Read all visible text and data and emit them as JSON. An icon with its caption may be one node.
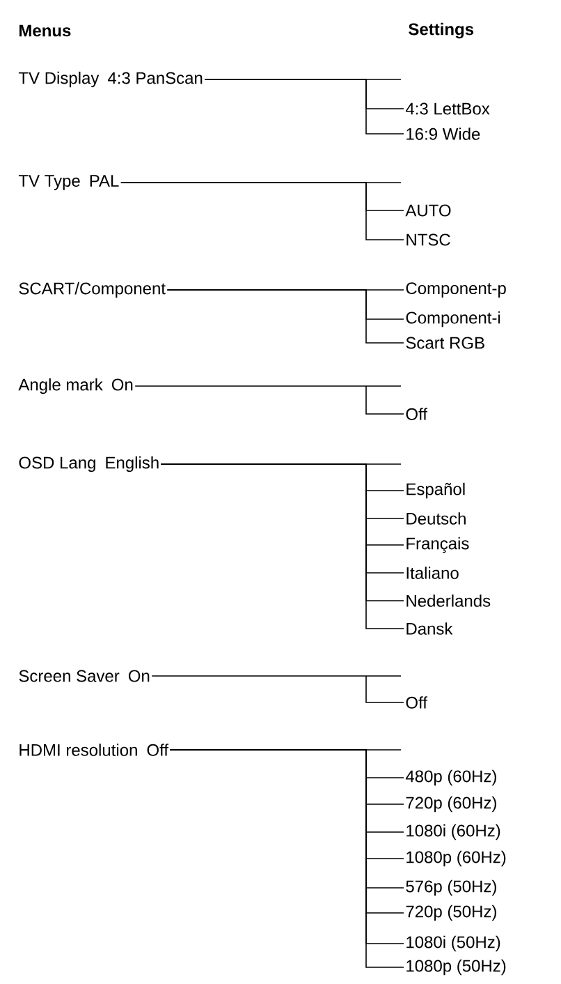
{
  "diagram": {
    "nodes": [
      {
        "text": [
          "TV Display",
          "4:3 PanScan"
        ]
      },
      {
        "text": [
          "4:3 LettBox"
        ]
      },
      {
        "text": [
          "16:9 Wide"
        ]
      },
      {
        "text": [
          "TV Type",
          "PAL"
        ]
      },
      {
        "text": [
          "AUTO"
        ]
      },
      {
        "text": [
          "NTSC"
        ]
      },
      {
        "text": [
          "SCART/Component"
        ]
      },
      {
        "text": [
          "Component-p"
        ]
      },
      {
        "text": [
          "Component-i"
        ]
      },
      {
        "text": [
          "Scart RGB"
        ]
      },
      {
        "text": [
          "Angle mark",
          "On"
        ]
      },
      {
        "text": [
          "Off"
        ]
      },
      {
        "text": [
          "OSD Lang",
          "English"
        ]
      },
      {
        "text": [
          "Español"
        ]
      },
      {
        "text": [
          "Deutsch"
        ]
      },
      {
        "text": [
          "Français"
        ]
      },
      {
        "text": [
          "Italiano"
        ]
      },
      {
        "text": [
          "Nederlands"
        ]
      },
      {
        "text": [
          "Dansk"
        ]
      },
      {
        "text": [
          "Screen Saver",
          "On"
        ]
      },
      {
        "text": [
          "Off"
        ]
      },
      {
        "text": [
          "HDMI resolution",
          "Off"
        ]
      },
      {
        "text": [
          "480p (60Hz)"
        ]
      },
      {
        "text": [
          "720p (60Hz)"
        ]
      },
      {
        "text": [
          "1080i (60Hz)"
        ]
      },
      {
        "text": [
          "1080p (60Hz)"
        ]
      },
      {
        "text": [
          "576p (50Hz)"
        ]
      },
      {
        "text": [
          "720p (50Hz)"
        ]
      },
      {
        "text": [
          "1080i (50Hz)"
        ]
      },
      {
        "text": [
          "1080p (50Hz)"
        ]
      }
    ],
    "edges": [
      {
        "from": 0,
        "to": 1,
        "arrow": "none"
      },
      {
        "from": 0,
        "to": 2,
        "arrow": "none"
      },
      {
        "from": 3,
        "to": 4,
        "arrow": "none"
      },
      {
        "from": 3,
        "to": 5,
        "arrow": "none"
      },
      {
        "from": 6,
        "to": 7,
        "arrow": "none"
      },
      {
        "from": 6,
        "to": 8,
        "arrow": "none"
      },
      {
        "from": 6,
        "to": 9,
        "arrow": "none"
      },
      {
        "from": 10,
        "to": 11,
        "arrow": "none"
      },
      {
        "from": 12,
        "to": 13,
        "arrow": "none"
      },
      {
        "from": 12,
        "to": 14,
        "arrow": "none"
      },
      {
        "from": 12,
        "to": 15,
        "arrow": "none"
      },
      {
        "from": 12,
        "to": 16,
        "arrow": "none"
      },
      {
        "from": 12,
        "to": 17,
        "arrow": "none"
      },
      {
        "from": 12,
        "to": 18,
        "arrow": "none"
      },
      {
        "from": 19,
        "to": 20,
        "arrow": "none"
      },
      {
        "from": 21,
        "to": 22,
        "arrow": "none"
      },
      {
        "from": 21,
        "to": 23,
        "arrow": "none"
      },
      {
        "from": 21,
        "to": 24,
        "arrow": "none"
      },
      {
        "from": 21,
        "to": 25,
        "arrow": "none"
      },
      {
        "from": 21,
        "to": 26,
        "arrow": "none"
      },
      {
        "from": 21,
        "to": 27,
        "arrow": "none"
      },
      {
        "from": 21,
        "to": 28,
        "arrow": "none"
      },
      {
        "from": 21,
        "to": 29,
        "arrow": "none"
      }
    ],
    "labels": [
      "Menus",
      "Settings"
    ]
  }
}
